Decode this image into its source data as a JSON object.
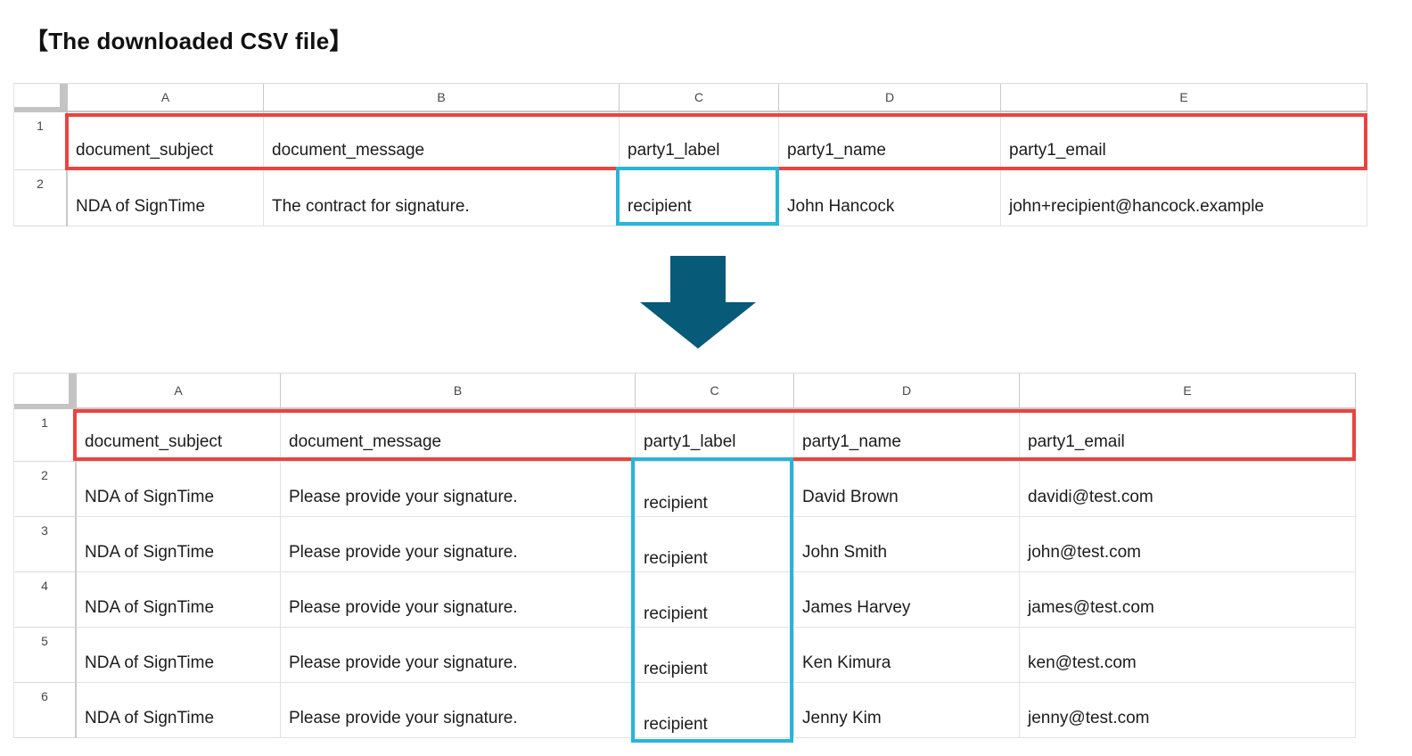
{
  "page": {
    "title": "【The downloaded CSV file】"
  },
  "colors": {
    "highlight_red": "#ea4340",
    "highlight_cyan": "#29b4d9",
    "arrow_teal": "#075a78",
    "grid_line": "#e2e2e2",
    "header_line": "#c9c9c9",
    "header_text": "#474747",
    "cell_text": "#1c1c1c"
  },
  "arrow": {
    "meaning": "transforms-into",
    "direction": "down"
  },
  "tables": [
    {
      "name": "csv-file-before",
      "column_letters": [
        "A",
        "B",
        "C",
        "D",
        "E"
      ],
      "rows": [
        {
          "number": "1",
          "cells": [
            "document_subject",
            "document_message",
            "party1_label",
            "party1_name",
            "party1_email"
          ]
        },
        {
          "number": "2",
          "cells": [
            "NDA of SignTime",
            "The contract for signature.",
            "recipient",
            "John Hancock",
            "john+recipient@hancock.example"
          ]
        }
      ]
    },
    {
      "name": "csv-file-after",
      "column_letters": [
        "A",
        "B",
        "C",
        "D",
        "E"
      ],
      "rows": [
        {
          "number": "1",
          "cells": [
            "document_subject",
            "document_message",
            "party1_label",
            "party1_name",
            "party1_email"
          ]
        },
        {
          "number": "2",
          "cells": [
            "NDA of SignTime",
            "Please provide your signature.",
            "recipient",
            "David Brown",
            "davidi@test.com"
          ]
        },
        {
          "number": "3",
          "cells": [
            "NDA of SignTime",
            "Please provide your signature.",
            "recipient",
            "John Smith",
            "john@test.com"
          ]
        },
        {
          "number": "4",
          "cells": [
            "NDA of SignTime",
            "Please provide your signature.",
            "recipient",
            "James Harvey",
            "james@test.com"
          ]
        },
        {
          "number": "5",
          "cells": [
            "NDA of SignTime",
            "Please provide your signature.",
            "recipient",
            "Ken Kimura",
            "ken@test.com"
          ]
        },
        {
          "number": "6",
          "cells": [
            "NDA of SignTime",
            "Please provide your signature.",
            "recipient",
            "Jenny Kim",
            "jenny@test.com"
          ]
        }
      ]
    }
  ]
}
